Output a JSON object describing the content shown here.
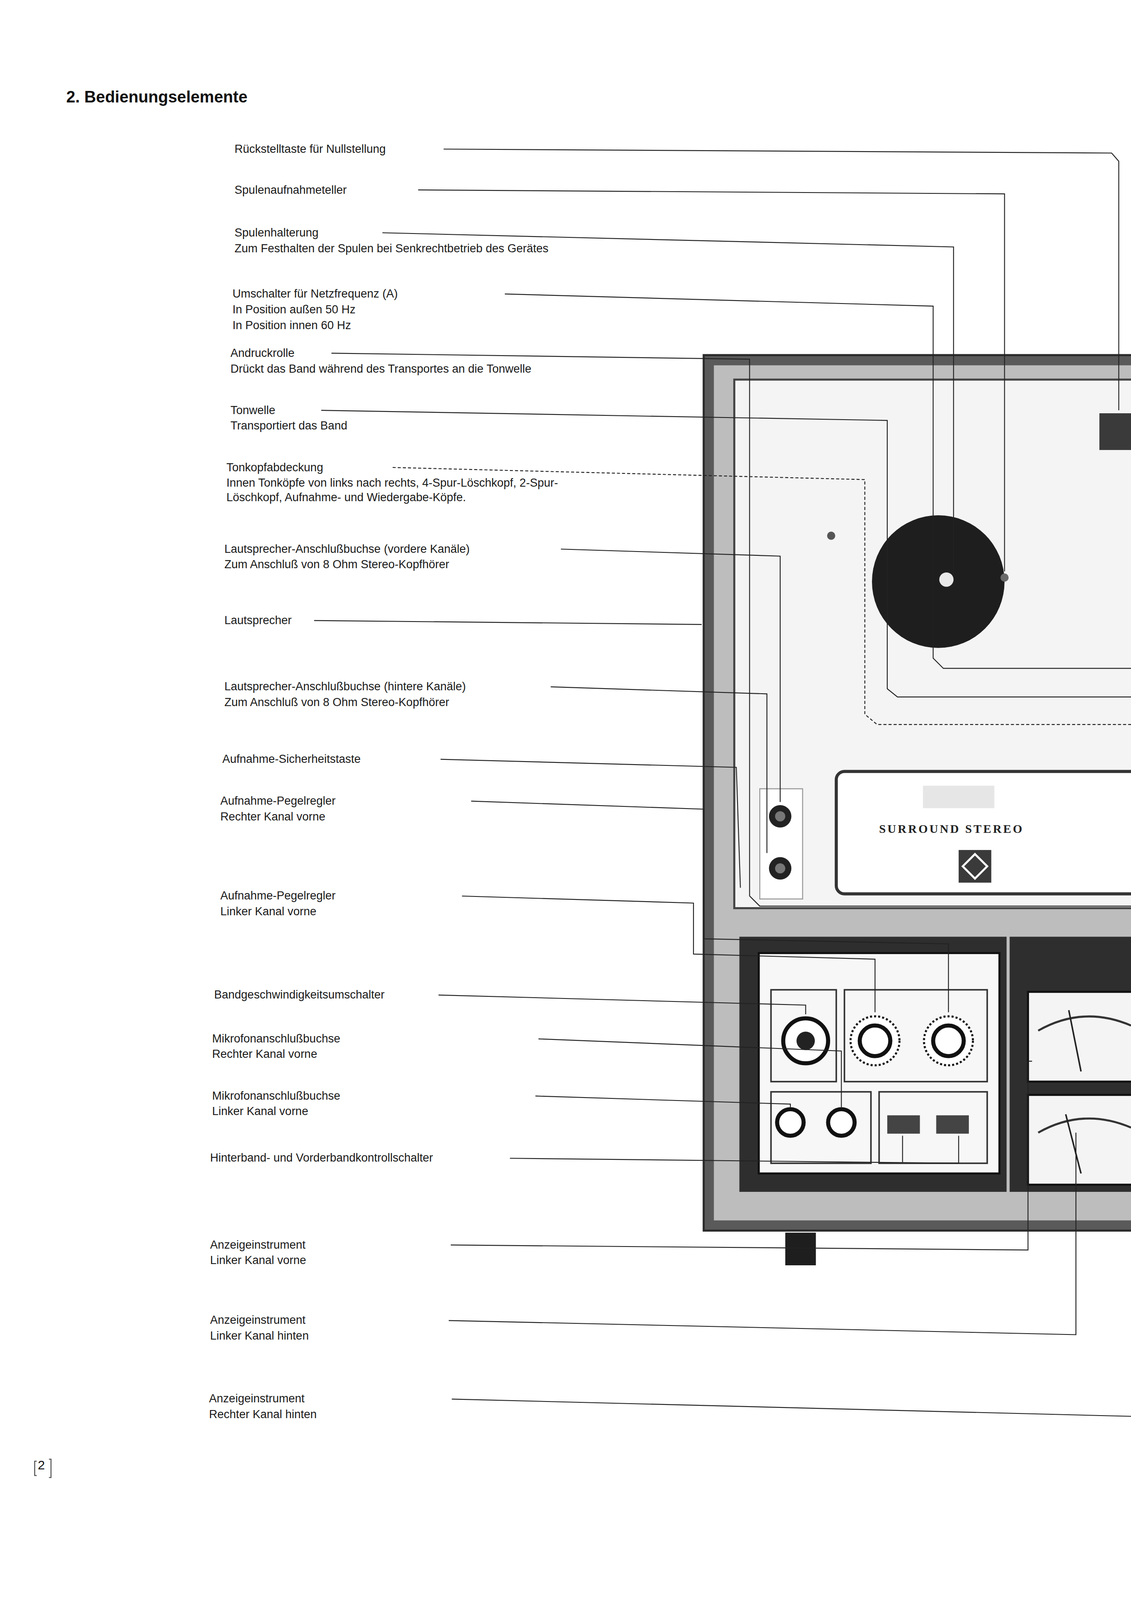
{
  "diagram": {
    "title": "2. Bedienungselemente",
    "labels": [
      "Rückstelltaste für Nullstellung",
      "Spulenaufnahmeteller",
      "Spulenhalterung",
      "Zum Festhalten der Spulen bei Senkrechtbetrieb des Gerätes",
      "Umschalter für Netzfrequenz (A)",
      "In Position außen 50 Hz",
      "In Position innen 60 Hz",
      "Andruckrolle",
      "Drückt das Band während des Transportes an die Tonwelle",
      "Tonwelle",
      "Transportiert das Band",
      "Tonkopfabdeckung",
      "Innen Tonköpfe von links nach rechts, 4-Spur-Löschkopf, 2-Spur-Löschkopf, Aufnahme- und Wiedergabe-Köpfe.",
      "Lautsprecher-Anschlußbuchse (vordere Kanäle)",
      "Zum Anschluß von 8 Ohm Stereo-Kopfhörer",
      "Lautsprecher",
      "Lautsprecher-Anschlußbuchse (hintere Kanäle)",
      "Zum Anschluß von 8 Ohm Stereo-Kopfhörer",
      "Aufnahme-Sicherheitstaste",
      "Aufnahme-Pegelregler",
      "Rechter Kanal vorne",
      "Aufnahme-Pegelregler",
      "Linker Kanal vorne",
      "Bandgeschwindigkeitsumschalter",
      "Mikrofonanschlußbuchse",
      "Rechter Kanal vorne",
      "Mikrofonanschlußbuchse",
      "Linker Kanal vorne",
      "Hinterband- und Vorderbandkontrollschalter",
      "Anzeigeinstrument",
      "Linker Kanal vorne",
      "Anzeigeinstrument",
      "Linker Kanal hinten",
      "Anzeigeinstrument",
      "Rechter Kanal hinten",
      "SURROUND STEREO",
      "2"
    ]
  }
}
